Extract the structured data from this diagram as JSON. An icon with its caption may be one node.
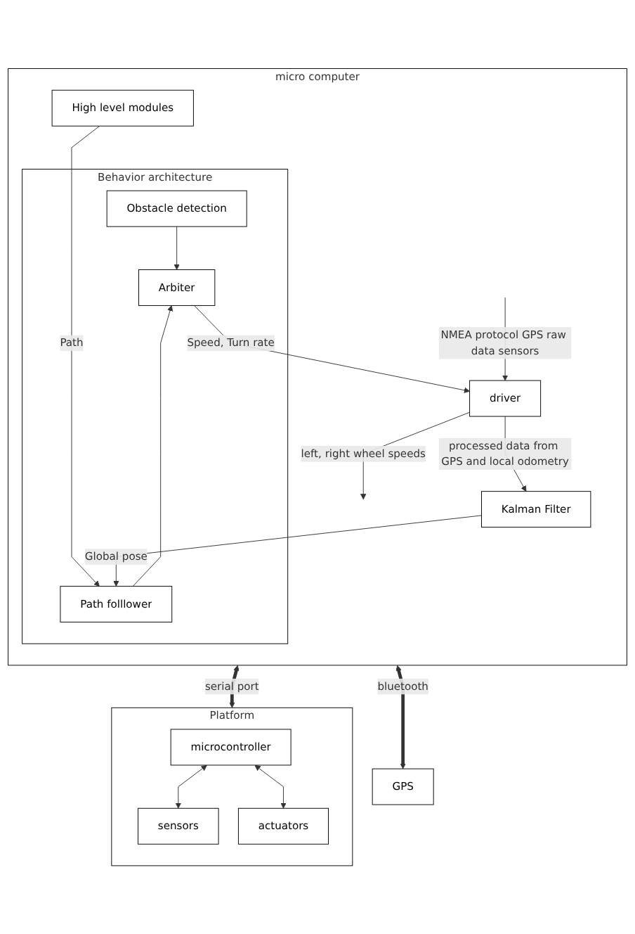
{
  "diagram": {
    "nodes": [
      {
        "text": [
          "micro computer"
        ]
      },
      {
        "text": [
          "High level modules"
        ],
        "in": 0
      },
      {
        "text": [
          "Behavior architecture"
        ],
        "in": 0
      },
      {
        "text": [
          "Obstacle detection"
        ],
        "in": 2
      },
      {
        "text": [
          "Path folllower"
        ],
        "in": 2
      },
      {
        "text": [
          "Arbiter"
        ],
        "in": 2
      },
      {
        "text": [
          "Kalman Filter"
        ],
        "in": 0
      },
      {
        "text": [
          "driver"
        ],
        "in": 0
      },
      {
        "text": [
          "Platform"
        ]
      },
      {
        "text": [
          "microcontroller"
        ],
        "in": 8
      },
      {
        "text": [
          "sensors"
        ],
        "in": 8
      },
      {
        "text": [
          "actuators"
        ],
        "in": 8
      },
      {
        "text": [
          "GPS"
        ]
      }
    ],
    "edges": [
      {
        "from": 1,
        "to": 4,
        "arrow": "to",
        "label": "Path"
      },
      {
        "from": 6,
        "to": 4,
        "arrow": "to",
        "label": "Global pose"
      },
      {
        "from": 3,
        "to": 5,
        "arrow": "to"
      },
      {
        "from": 4,
        "to": 5,
        "arrow": "to"
      },
      {
        "from": 5,
        "to": 7,
        "arrow": "to",
        "label": "Speed, Turn rate"
      },
      {
        "from": 7,
        "to": 6,
        "arrow": "to",
        "label": "processed data from GPS and local odometry"
      },
      {
        "from": 7,
        "to": null,
        "arrow": "to",
        "label": "left, right wheel speeds"
      },
      {
        "from": null,
        "to": 7,
        "arrow": "to",
        "label": "NMEA protocol GPS raw data sensors"
      },
      {
        "from": 0,
        "to": 8,
        "arrow": "both",
        "label": "serial port",
        "style": "thick"
      },
      {
        "from": 0,
        "to": 12,
        "arrow": "both",
        "label": "bluetooth",
        "style": "thick"
      },
      {
        "from": 9,
        "to": 10,
        "arrow": "both"
      },
      {
        "from": 9,
        "to": 11,
        "arrow": "both"
      }
    ]
  }
}
